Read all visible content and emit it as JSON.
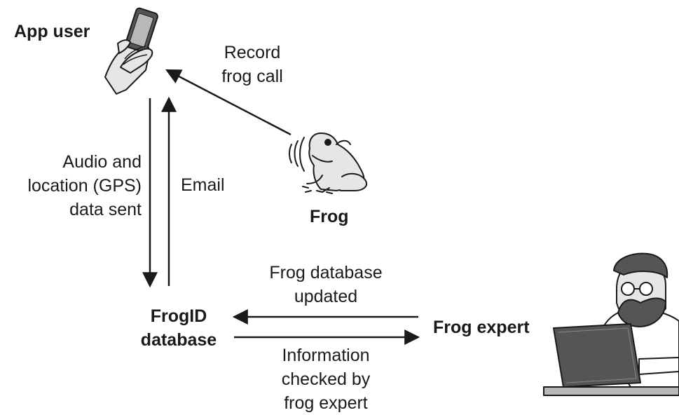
{
  "nodes": {
    "app_user": "App user",
    "frog": "Frog",
    "frogid_database": "FrogID\ndatabase",
    "frog_expert": "Frog expert"
  },
  "edges": {
    "record_frog_call": "Record\nfrog call",
    "audio_location": "Audio and\nlocation (GPS)\ndata sent",
    "email": "Email",
    "database_updated": "Frog database\nupdated",
    "information_checked": "Information\nchecked by\nfrog expert"
  },
  "icons": {
    "app_user": "hand-holding-phone-icon",
    "frog": "calling-frog-icon",
    "frog_expert": "person-at-laptop-icon"
  },
  "colors": {
    "ink": "#1a1a1a",
    "fill_light": "#e6e6e6",
    "fill_mid": "#b8b8b8",
    "fill_dark": "#555555"
  }
}
